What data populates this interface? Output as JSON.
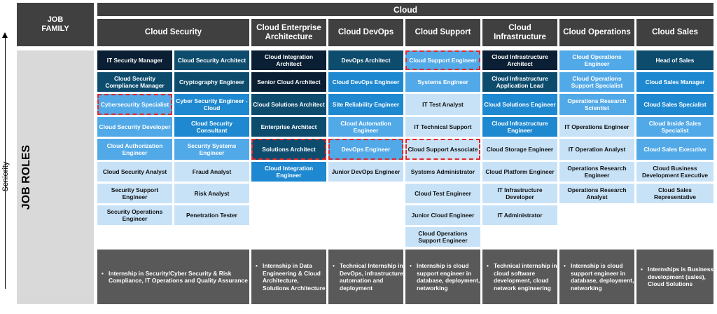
{
  "header": {
    "banner": "Cloud",
    "job_family_label": "JOB FAMILY",
    "job_roles_label": "JOB ROLES",
    "seniority_label": "Seniority"
  },
  "columns": [
    {
      "title": "Cloud Security"
    },
    {
      "title": "Cloud Enterprise Architecture"
    },
    {
      "title": "Cloud DevOps"
    },
    {
      "title": "Cloud Support"
    },
    {
      "title": "Cloud Infrastructure"
    },
    {
      "title": "Cloud Operations"
    },
    {
      "title": "Cloud Sales"
    }
  ],
  "roles": {
    "security_left": [
      "IT Security Manager",
      "Cloud Security Compliance Manager",
      "Cybersecurity Specialist",
      "Cloud Security Developer",
      "Cloud Authorization Engineer",
      "Cloud Security Analyst",
      "Security Support Engineer",
      "Security Operations Engineer"
    ],
    "security_right": [
      "Cloud Security Architect",
      "Cryptography Engineer",
      "Cyber Security Engineer - Cloud",
      "Cloud Security Consultant",
      "Security Systems Engineer",
      "Fraud Analyst",
      "Risk Analyst",
      "Penetration Tester"
    ],
    "architecture": [
      "Cloud Integration Architect",
      "Senior Cloud Architect",
      "Cloud Solutions Architect",
      "Enterprise Architect",
      "Solutions Architect",
      "Cloud Integration Engineer"
    ],
    "devops": [
      "DevOps Architect",
      "Cloud DevOps Engineer",
      "Site Reliability Engineer",
      "Cloud Automation Engineer",
      "DevOps Engineer",
      "Junior DevOps Engineer"
    ],
    "support": [
      "Cloud Support Engineer",
      "Systems Engineer",
      "IT Test Analyst",
      "IT Technical Support",
      "Cloud Support Associate",
      "Systems Administrator",
      "Cloud Test Engineer",
      "Junior Cloud Engineer",
      "Cloud Operations Support Engineer"
    ],
    "infrastructure": [
      "Cloud Infrastructure Architect",
      "Cloud Infrastructure Application Lead",
      "Cloud Solutions Engineer",
      "Cloud Infrastructure Engineer",
      "Cloud Storage Engineer",
      "Cloud Platform Engineer",
      "IT Infrastructure Developer",
      "IT Administrator"
    ],
    "operations": [
      "Cloud Operations Engineer",
      "Cloud Operations Support Specialist",
      "Operations Research Scientist",
      "IT Operations Engineer",
      "IT Operation Analyst",
      "Operations Research Engineer",
      "Operations Research Analyst"
    ],
    "sales": [
      "Head of Sales",
      "Cloud Sales Manager",
      "Cloud Sales Specialist",
      "Cloud Inside Sales Specialist",
      "Cloud Sales Executive",
      "Cloud Business Development Executive",
      "Cloud Sales Representative"
    ]
  },
  "internships": [
    "Internship in Security/Cyber Security & Risk Compliance, IT Operations and Quality Assurance",
    "Internship in Data Engineering & Cloud Architecture, Solutions Architecture",
    "Technical Internship in DevOps, infrastructure automation and deployment",
    "Internship is cloud support engineer in database, deployment, networking",
    "Technical internship in cloud software development, cloud network engineering",
    "Internship is cloud support engineer in database, deployment, networking",
    "Internships is Business development (sales), Cloud Solutions"
  ],
  "colors": {
    "header_bg": "#404040",
    "level_1": "#0a1f33",
    "level_2": "#0e4c6e",
    "level_3": "#1e88d0",
    "level_4": "#52a9e8",
    "level_5": "#c7e2f7",
    "internship_bg": "#595959",
    "highlight": "#e1262b"
  }
}
